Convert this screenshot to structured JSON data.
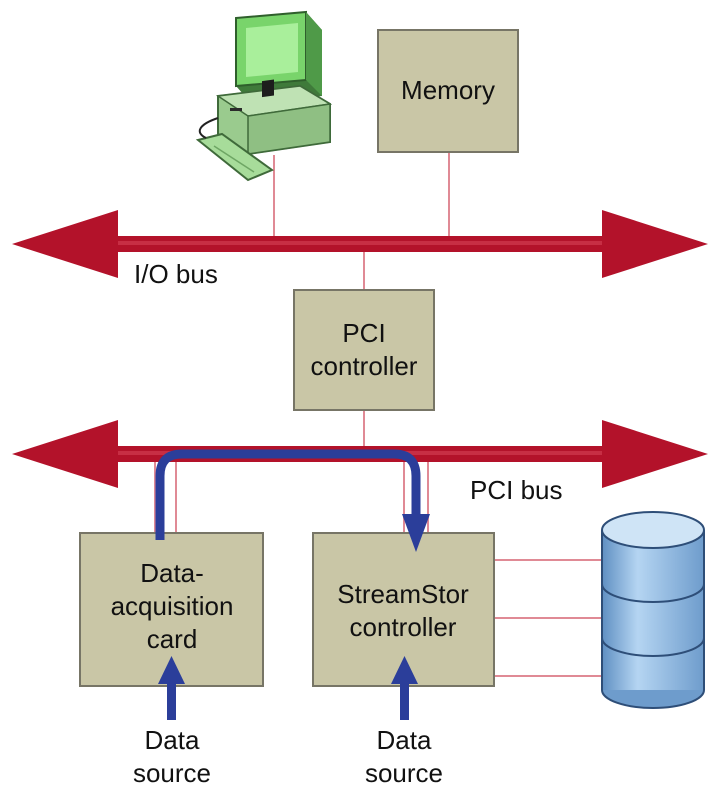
{
  "colors": {
    "bus": "#b3122a",
    "bus_dark": "#8e0f22",
    "link": "#e08a95",
    "box_fill": "#c9c6a6",
    "box_stroke": "#777566",
    "flow": "#2b3e9a",
    "monitor_green": "#79d46b",
    "disk_blue": "#8fbde6"
  },
  "labels": {
    "memory": "Memory",
    "io_bus": "I/O bus",
    "pci_controller": [
      "PCI",
      "controller"
    ],
    "pci_bus": "PCI bus",
    "daq_card": [
      "Data-",
      "acquisition",
      "card"
    ],
    "streamstor": [
      "StreamStor",
      "controller"
    ],
    "data_source_left": [
      "Data",
      "source"
    ],
    "data_source_right": [
      "Data",
      "source"
    ]
  },
  "icons": {
    "computer": "desktop-computer-icon",
    "storage": "disk-stack-icon"
  }
}
